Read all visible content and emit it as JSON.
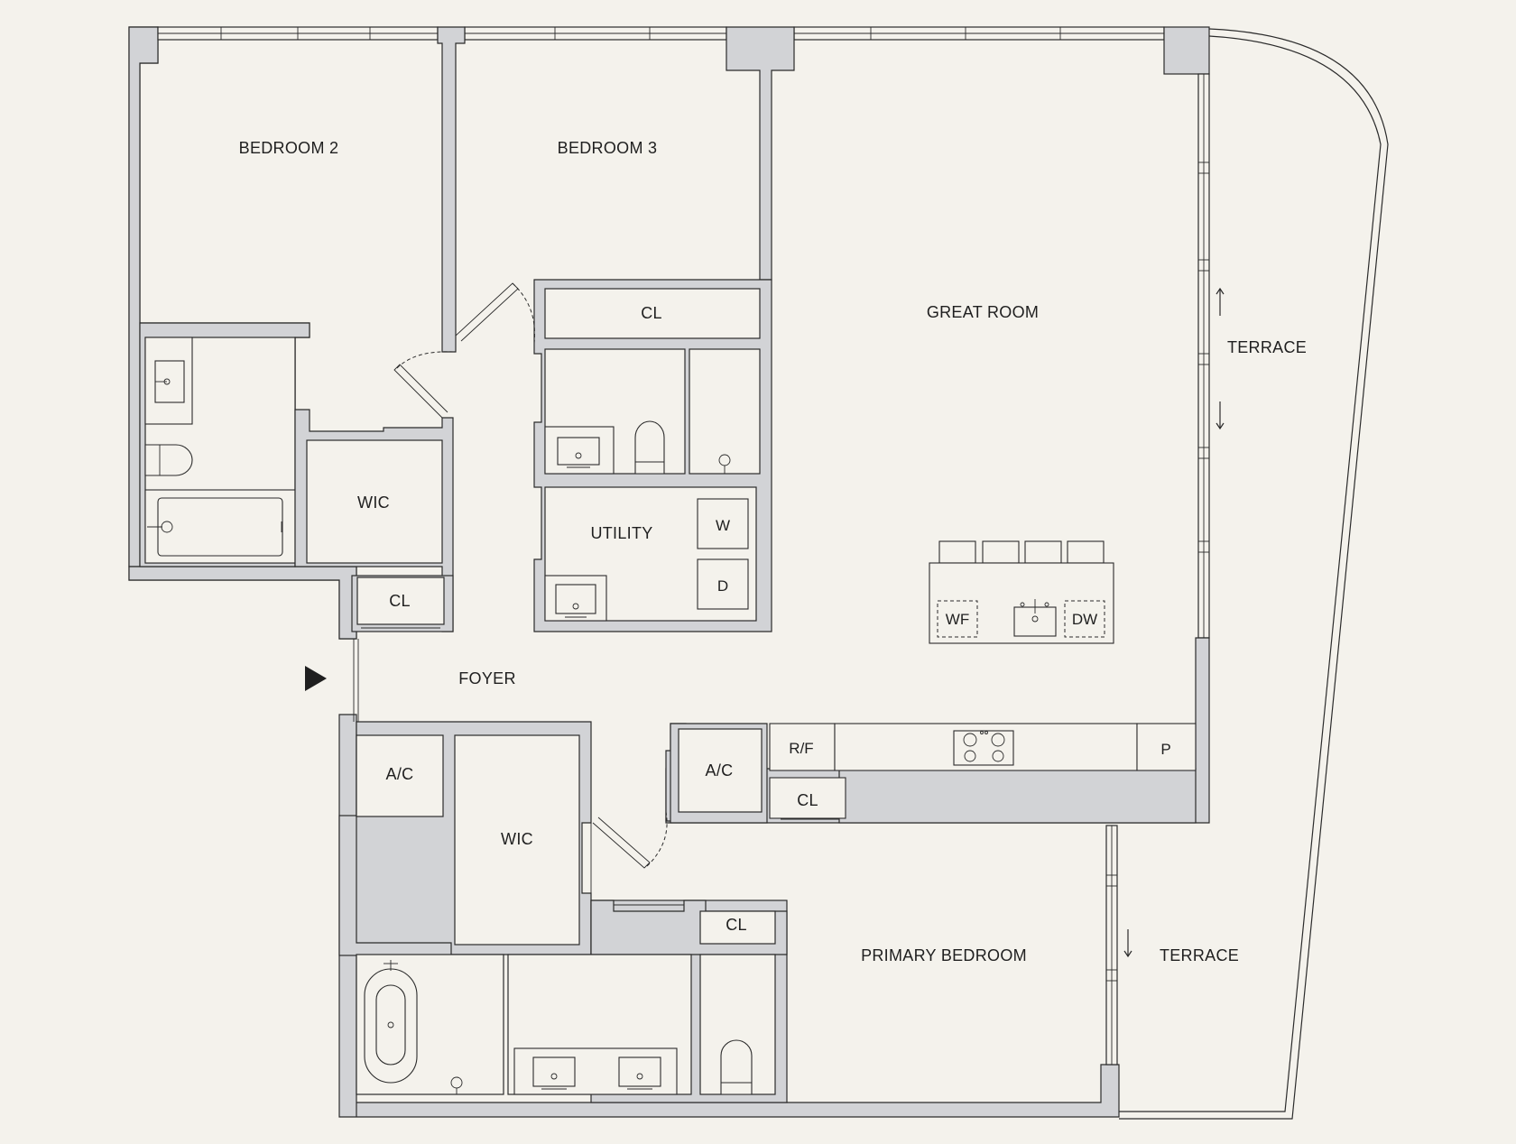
{
  "colors": {
    "background": "#f4f2ec",
    "wall": "#d2d3d6",
    "stroke": "#2b2b2b"
  },
  "rooms": {
    "bedroom2": "BEDROOM 2",
    "bedroom3": "BEDROOM 3",
    "great_room": "GREAT ROOM",
    "terrace_upper": "TERRACE",
    "terrace_lower": "TERRACE",
    "closet_bed3": "CL",
    "wic_bed2": "WIC",
    "utility": "UTILITY",
    "washer": "W",
    "dryer": "D",
    "closet_foyer": "CL",
    "foyer": "FOYER",
    "wine_fridge": "WF",
    "dishwasher": "DW",
    "ac_left": "A/C",
    "ac_right": "A/C",
    "refrigerator": "R/F",
    "pantry": "P",
    "closet_kitchen": "CL",
    "wic_primary": "WIC",
    "closet_primary": "CL",
    "primary_bedroom": "PRIMARY BEDROOM"
  },
  "icons": {
    "entry": "entry-arrow-icon",
    "slide_up": "arrow-up-icon",
    "slide_down": "arrow-down-icon"
  }
}
